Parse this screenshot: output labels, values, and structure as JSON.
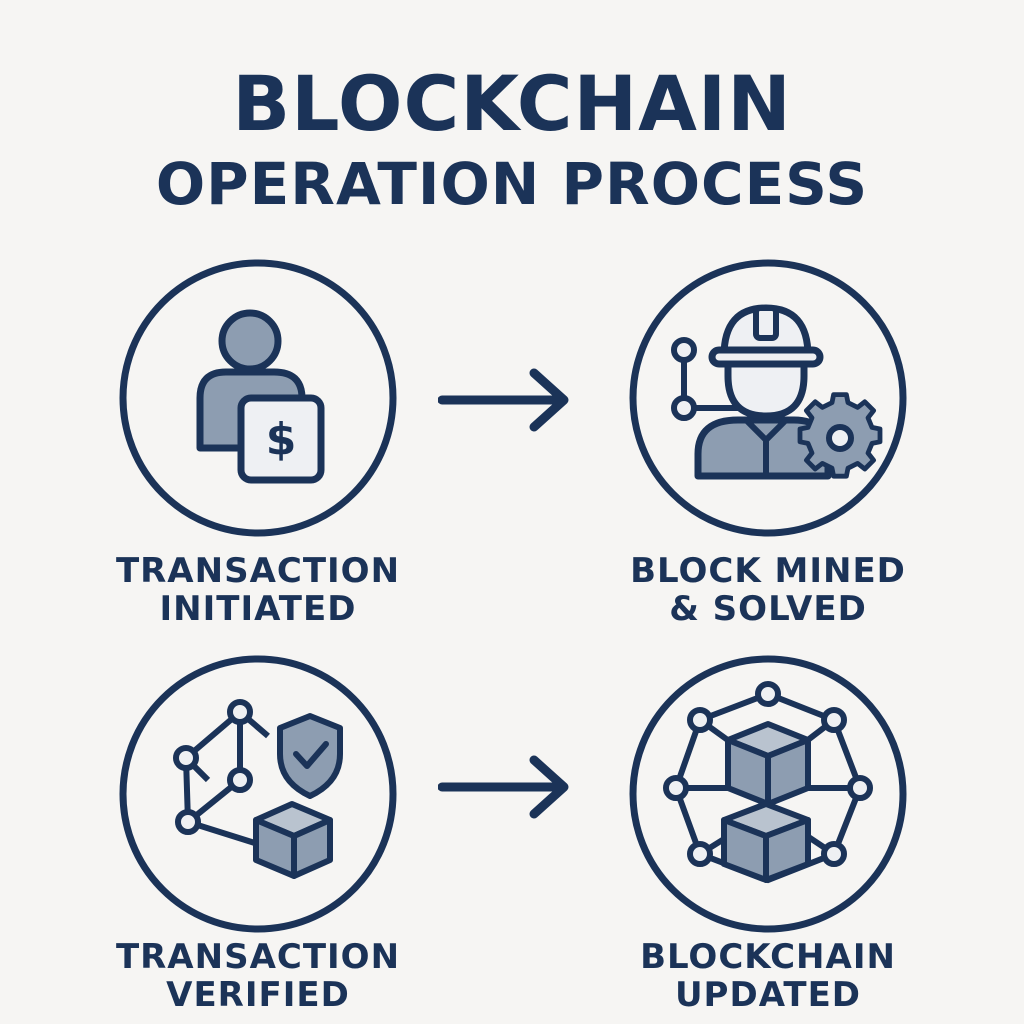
{
  "title": {
    "line1": "BLOCKCHAIN",
    "line2": "OPERATION PROCESS"
  },
  "colors": {
    "navy": "#1b3358",
    "fill": "#8d9db1",
    "light": "#eef0f3",
    "background": "#f6f5f3"
  },
  "steps": [
    {
      "icon": "person-with-dollar-icon",
      "label_line1": "TRANSACTION",
      "label_line2": "INITIATED"
    },
    {
      "icon": "miner-with-gear-icon",
      "label_line1": "BLOCK MINED",
      "label_line2": "& SOLVED"
    },
    {
      "icon": "network-shield-block-icon",
      "label_line1": "TRANSACTION",
      "label_line2": "VERIFIED"
    },
    {
      "icon": "connected-blocks-icon",
      "label_line1": "BLOCKCHAIN",
      "label_line2": "UPDATED"
    }
  ],
  "dollar_symbol": "$"
}
